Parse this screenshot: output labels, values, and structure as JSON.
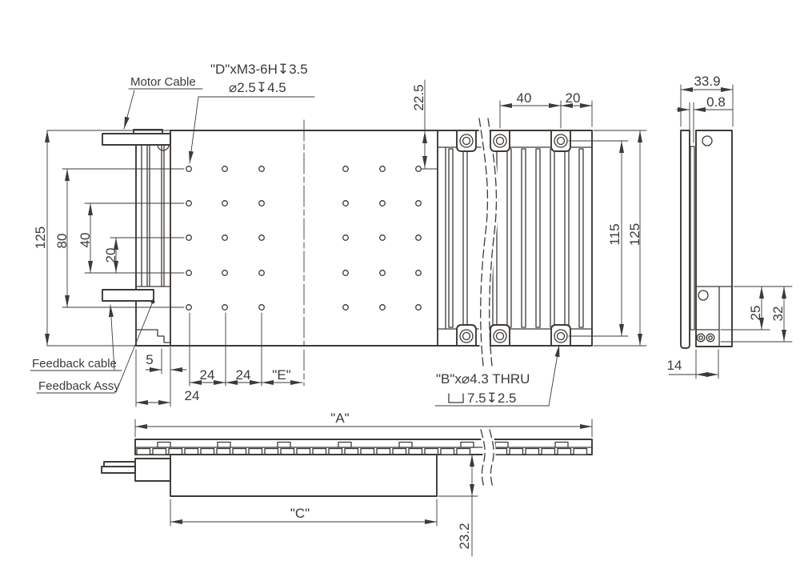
{
  "page": {
    "background": "#ffffff",
    "line_color": "#3e3a36"
  },
  "plan_view": {
    "labels": {
      "motor_cable": "Motor Cable",
      "feedback_cable": "Feedback cable",
      "feedback_assy": "Feedback Assy"
    },
    "thread_note": {
      "line1": "\"D\"xM3-6H↧3.5",
      "line2": "⌀2.5↧4.5"
    },
    "hole_note": {
      "line1": "\"B\"x⌀4.3 THRU",
      "line2": "7.5↧2.5"
    },
    "dims": {
      "overall": "125",
      "rows_outer": "80",
      "rows_mid": "40",
      "row_pitch": "20",
      "top_offset": "22.5",
      "ear_pitch": "40",
      "ear_end": "20",
      "track_holes": "115",
      "track_overall": "125",
      "edge_offset": "5",
      "col_pitch_a": "24",
      "col_pitch_b": "24",
      "col_gap": "\"E\"",
      "motor_width": "24"
    }
  },
  "front_view": {
    "dims": {
      "overall_length": "\"A\"",
      "carriage_length": "\"C\"",
      "height": "23.2"
    }
  },
  "side_view": {
    "dims": {
      "overall_depth": "33.9",
      "plate_gap": "0.8",
      "sub_height": "25",
      "block_height": "32",
      "block_width": "14"
    }
  }
}
